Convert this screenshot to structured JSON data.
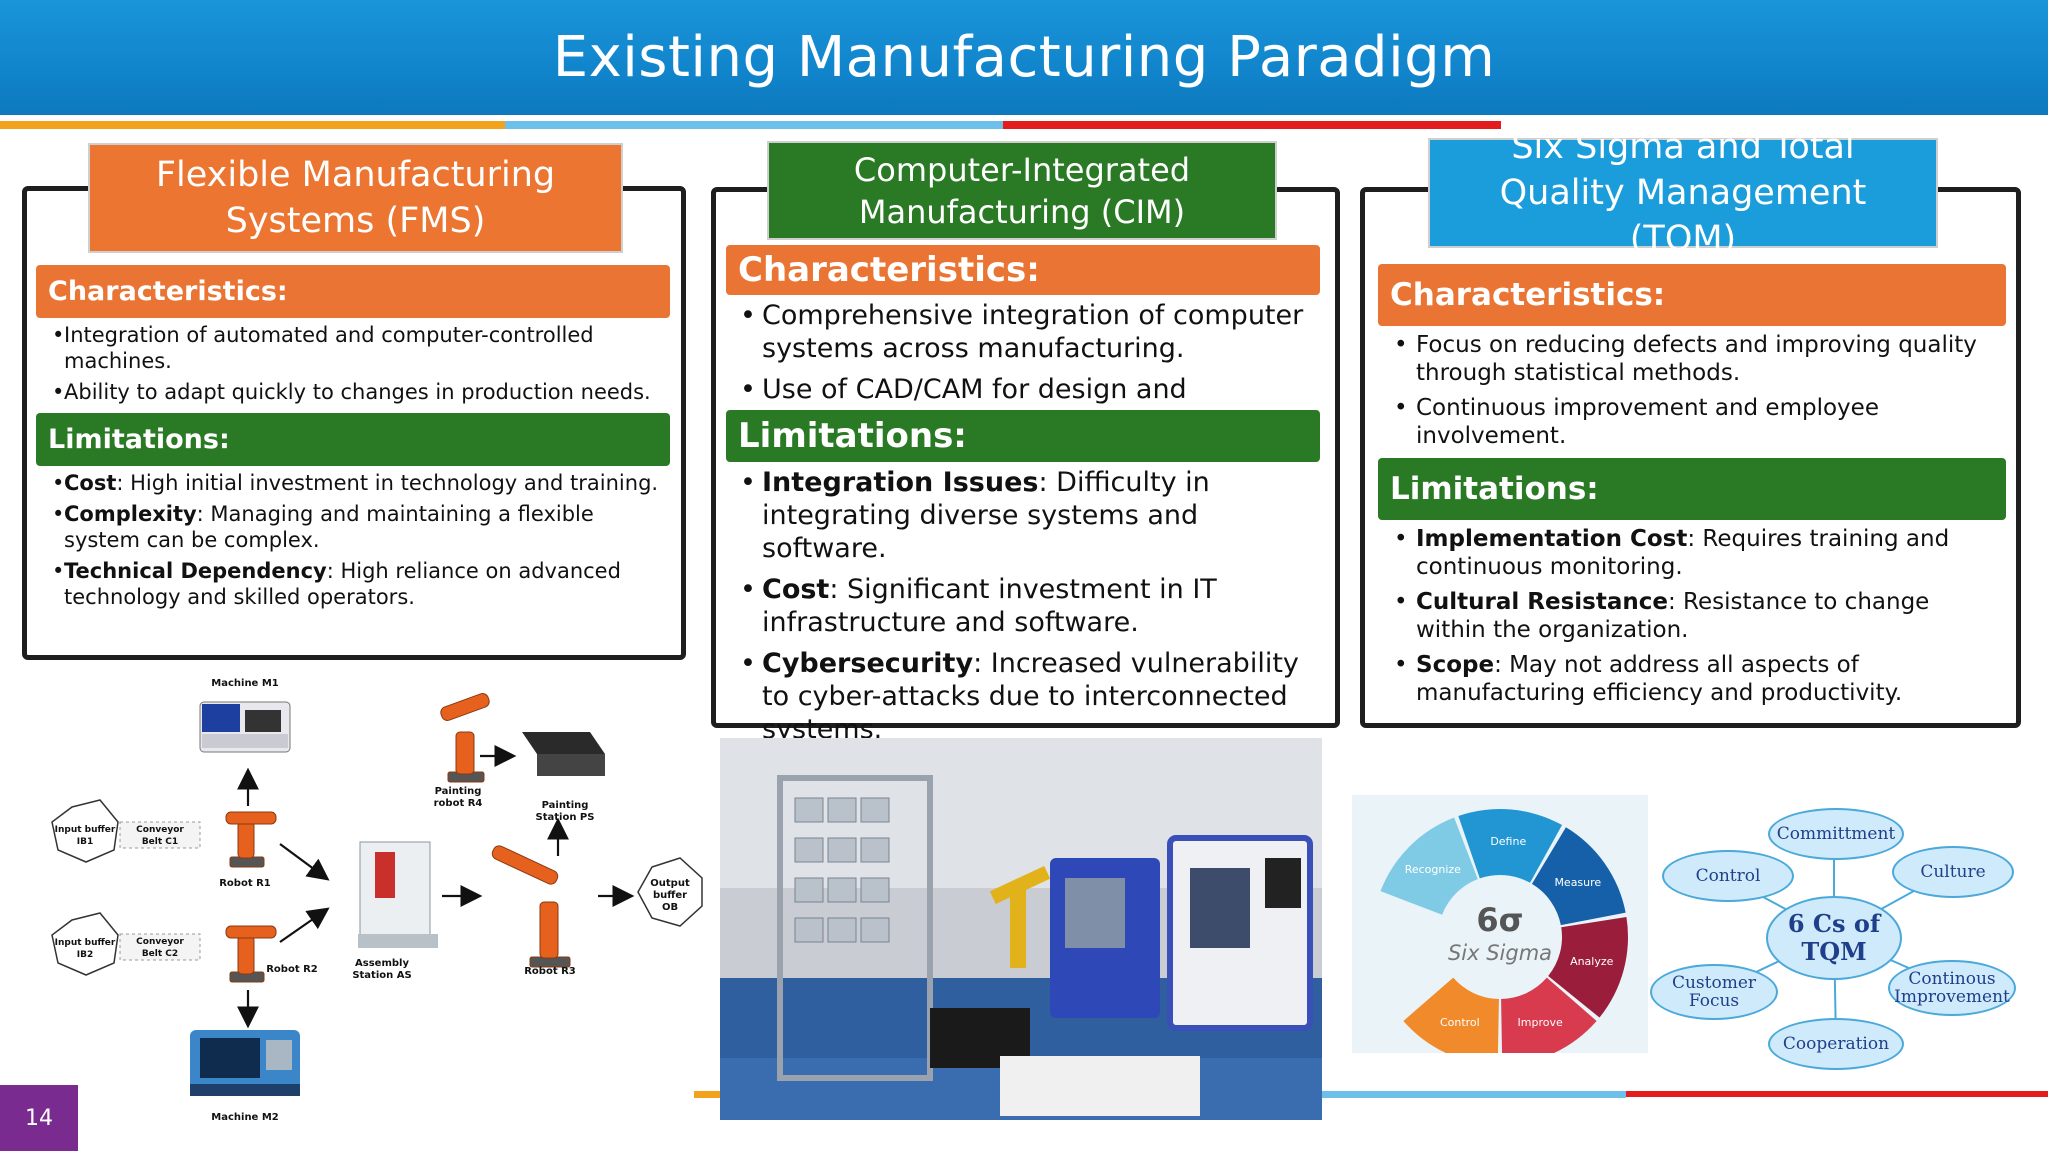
{
  "slide": {
    "title": "Existing Manufacturing Paradigm",
    "page_number": "14",
    "colors": {
      "header_blue": "#1185cc",
      "orange": "#ea7433",
      "green": "#2a7a25",
      "red": "#e31d1d",
      "purple": "#7a2b8f"
    }
  },
  "fms": {
    "header": "Flexible Manufacturing Systems (FMS)",
    "char_title": "Characteristics:",
    "characteristics": [
      "Integration of automated and computer-controlled machines.",
      "Ability to adapt quickly to changes in production needs."
    ],
    "lim_title": "Limitations:",
    "limitations": [
      {
        "bold": "Cost",
        "text": ": High initial investment in technology and training."
      },
      {
        "bold": "Complexity",
        "text": ": Managing and maintaining a flexible system can be complex."
      },
      {
        "bold": "Technical Dependency",
        "text": ": High reliance on advanced technology and skilled operators."
      }
    ]
  },
  "cim": {
    "header": "Computer-Integrated Manufacturing (CIM)",
    "char_title": "Characteristics:",
    "characteristics": [
      "Comprehensive integration of computer systems across manufacturing.",
      "Use of CAD/CAM for design and"
    ],
    "lim_title": "Limitations:",
    "limitations": [
      {
        "bold": "Integration Issues",
        "text": ": Difficulty in integrating diverse systems and software."
      },
      {
        "bold": "Cost",
        "text": ": Significant investment in IT infrastructure and software."
      },
      {
        "bold": "Cybersecurity",
        "text": ": Increased vulnerability to cyber-attacks due to interconnected systems."
      }
    ]
  },
  "tqm": {
    "header": "Six Sigma and Total Quality Management (TQM)",
    "char_title": "Characteristics:",
    "characteristics": [
      "Focus on reducing defects and improving quality through statistical methods.",
      "Continuous improvement and employee involvement."
    ],
    "lim_title": "Limitations:",
    "limitations": [
      {
        "bold": "Implementation Cost",
        "text": ": Requires training and continuous monitoring."
      },
      {
        "bold": "Cultural Resistance",
        "text": ": Resistance to change within the organization."
      },
      {
        "bold": "Scope",
        "text": ": May not address all aspects of manufacturing efficiency and productivity."
      }
    ]
  },
  "fms_diagram": {
    "machine_m1": "Machine M1",
    "machine_m2": "Machine M2",
    "painting_robot": "Painting robot R4",
    "painting_station": "Painting Station PS",
    "input_buffer_1": "Input buffer IB1",
    "input_buffer_2": "Input buffer IB2",
    "conveyor_1": "Conveyor Belt C1",
    "conveyor_2": "Conveyor Belt C2",
    "robot_r1": "Robot R1",
    "robot_r2": "Robot R2",
    "robot_r3": "Robot R3",
    "assembly": "Assembly Station AS",
    "output_buffer": "Output buffer OB"
  },
  "six_sigma": {
    "symbol": "6σ",
    "name": "Six Sigma",
    "segments": [
      "Recognize",
      "Define",
      "Measure",
      "Analyze",
      "Improve",
      "Control"
    ],
    "segment_colors": [
      "#7fcbe6",
      "#2196d3",
      "#1560a8",
      "#9b1d3c",
      "#d83a4e",
      "#f08a2a"
    ]
  },
  "tqm_diagram": {
    "center": "6 Cs of TQM",
    "nodes": [
      "Committment",
      "Culture",
      "Continous Improvement",
      "Cooperation",
      "Customer Focus",
      "Control"
    ]
  }
}
